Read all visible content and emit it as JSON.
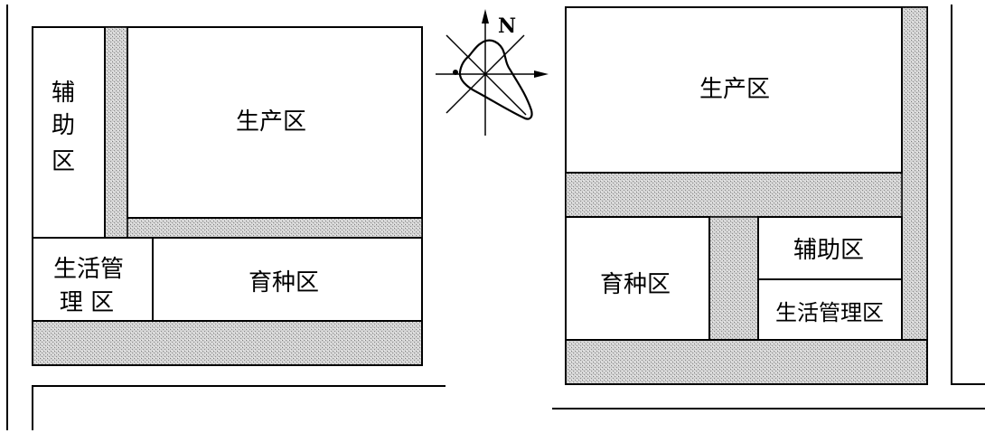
{
  "compass": {
    "north": "N"
  },
  "left_plan": {
    "auxiliary": [
      "辅",
      "助",
      "区"
    ],
    "production": "生产区",
    "living": [
      "生活管",
      "理 区"
    ],
    "breeding": "育种区"
  },
  "right_plan": {
    "production": "生产区",
    "breeding": "育种区",
    "auxiliary": "辅助区",
    "living": "生活管理区"
  },
  "colors": {
    "line": "#000000",
    "road_base": "#d2d2d2"
  }
}
